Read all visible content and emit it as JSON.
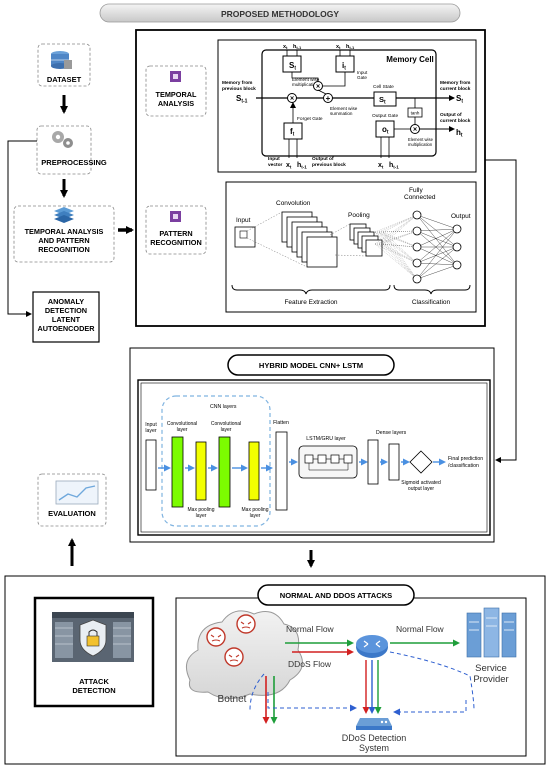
{
  "title": "PROPOSED METHODOLOGY",
  "pipeline": {
    "dataset": "DATASET",
    "preprocessing": "PREPROCESSING",
    "temporal_lines": [
      "TEMPORAL ANALYSIS",
      "AND PATTERN",
      "RECOGNITION"
    ],
    "anomaly_lines": [
      "ANOMALY",
      "DETECTION",
      "LATENT",
      "AUTOENCODER"
    ],
    "evaluation": "EVALUATION"
  },
  "methodology": {
    "temporal_label": [
      "TEMPORAL",
      "ANALYSIS"
    ],
    "pattern_label": [
      "PATTERN",
      "RECOGNITION"
    ]
  },
  "lstm": {
    "title": "Memory Cell",
    "memory_prev": [
      "Memory from",
      "previous block"
    ],
    "s_prev": "S",
    "s_prev_sub": "t-1",
    "memory_curr": [
      "Memory from",
      "current block"
    ],
    "output_curr": [
      "Output of",
      "current block"
    ],
    "s_out": "S",
    "s_out_sub": "t",
    "h_out": "h",
    "h_out_sub": "t",
    "elementwise_mult": [
      "Element wise",
      "multiplication"
    ],
    "elementwise_sum": [
      "Element wise",
      "summation"
    ],
    "input_gate": [
      "Input",
      "Gate"
    ],
    "forget_gate": "Forget Gate",
    "cell_state": "Cell State",
    "output_gate": "Output Gate",
    "elementwise_mult2": [
      "Element wise",
      "multiplication"
    ],
    "input_vector": [
      "Input",
      "vector"
    ],
    "output_prev": [
      "Output of",
      "previous block"
    ],
    "gate_s": "S",
    "gate_i": "i",
    "gate_f": "f",
    "gate_o": "o",
    "tanh": "tanh",
    "sub_t": "t",
    "x": "x",
    "h": "h",
    "sub_t1": "t-1",
    "plus": "+",
    "times": "×"
  },
  "cnn": {
    "input": "Input",
    "convolution": "Convolution",
    "pooling": "Pooling",
    "fully_connected": [
      "Fully",
      "Connected"
    ],
    "output": "Output",
    "feature_extraction": "Feature Extraction",
    "classification": "Classification"
  },
  "hybrid": {
    "title": "HYBRID MODEL CNN+ LSTM",
    "input_layer": [
      "Input",
      "layer"
    ],
    "cnn_layers": "CNN layers",
    "conv1": [
      "Convolutional",
      "layer"
    ],
    "conv2": [
      "Convolutional",
      "layer"
    ],
    "pool1": [
      "Max pooling",
      "layer"
    ],
    "pool2": [
      "Max pooling",
      "layer"
    ],
    "flatten": "Flatten",
    "lstm_gru": "LSTM/GRU layer",
    "dense": "Dense layers",
    "sigmoid": [
      "Sigmoid activated",
      "output layer"
    ],
    "final": [
      "Final prediction",
      "/classification"
    ]
  },
  "attacks": {
    "title": "NORMAL AND DDOS ATTACKS",
    "attack_detection": [
      "ATTACK",
      "DETECTION"
    ],
    "normal_flow_1": "Normal Flow",
    "normal_flow_2": "Normal Flow",
    "ddos_flow": "DDoS Flow",
    "botnet": "Botnet",
    "service_provider": [
      "Service",
      "Provider"
    ],
    "detection_system": [
      "DDoS Detection",
      "System"
    ]
  },
  "colors": {
    "conv_green": "#7CFC00",
    "pool_yellow": "#F2FF00",
    "dashed_blue": "#7FB3E0",
    "arrow_blue": "#4A90E2",
    "red_flow": "#D22020",
    "green_flow": "#1E9E3A",
    "blue_flow": "#2E5FD0",
    "router_blue": "#3C78C8"
  }
}
